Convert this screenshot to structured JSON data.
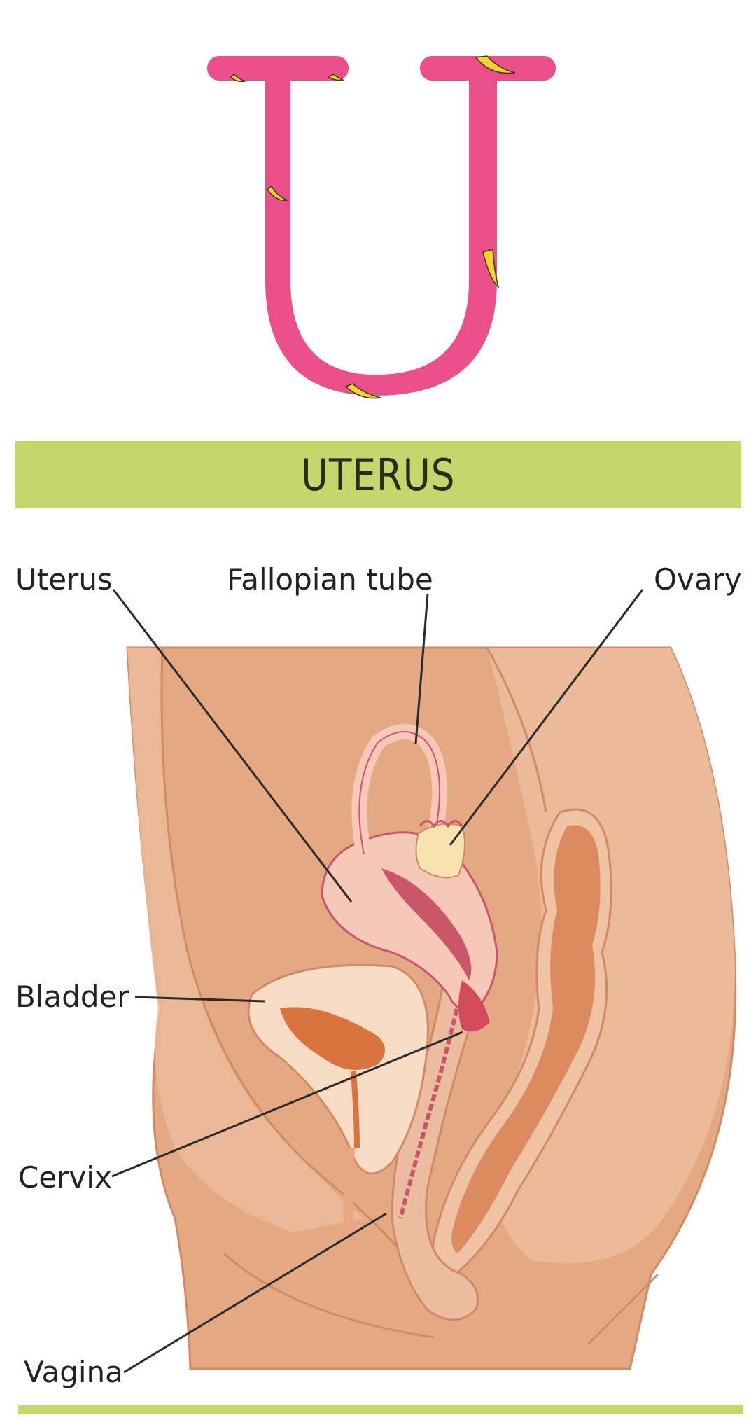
{
  "letter": {
    "character": "U",
    "color": "#ea4f8c",
    "pattern_icon": "banana-icon",
    "pattern_color": "#f2d22e"
  },
  "title": "UTERUS",
  "title_bar_color": "#c5d66c",
  "labels": {
    "uterus": "Uterus",
    "fallopian_tube": "Fallopian tube",
    "ovary": "Ovary",
    "bladder": "Bladder",
    "cervix": "Cervix",
    "vagina": "Vagina"
  },
  "colors": {
    "body": "#e4a982",
    "body_light": "#ebbb9b",
    "organ_pink": "#f5c8b8",
    "bladder": "#f6dcc4",
    "bladder_inner": "#d9743f",
    "rectum": "#dc8a5f"
  }
}
